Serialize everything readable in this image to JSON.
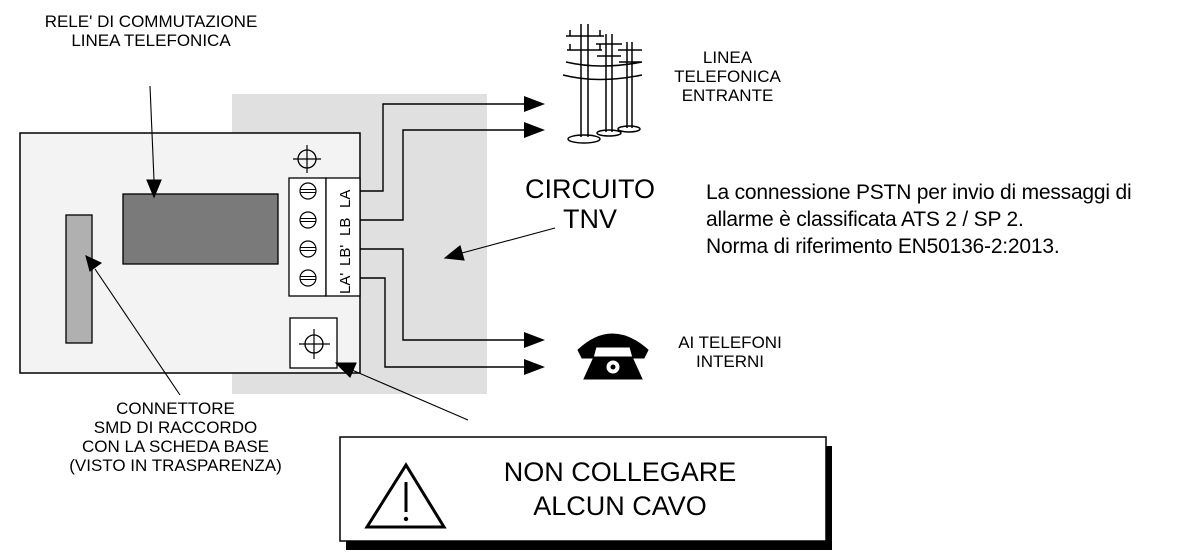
{
  "labels": {
    "relay": [
      "RELE' DI COMMUTAZIONE",
      "LINEA TELEFONICA"
    ],
    "incoming_line": [
      "LINEA",
      "TELEFONICA",
      "ENTRANTE"
    ],
    "circuit": [
      "CIRCUITO",
      "TNV"
    ],
    "internal_phones": [
      "AI TELEFONI",
      "INTERNI"
    ],
    "connector": [
      "CONNETTORE",
      "SMD DI RACCORDO",
      "CON LA SCHEDA BASE",
      "(VISTO IN TRASPARENZA)"
    ]
  },
  "terminals": [
    "LA",
    "LB",
    "LB'",
    "LA'"
  ],
  "note": [
    "La connessione PSTN per invio di messaggi di",
    "allarme è classificata ATS 2 / SP 2.",
    "Norma di riferimento EN50136-2:2013."
  ],
  "warning": {
    "lines": [
      "NON COLLEGARE",
      "ALCUN CAVO"
    ],
    "symbol": "warning-triangle-icon"
  },
  "colors": {
    "board": "#f3f3f3",
    "tnv_zone": "#e0e0e0",
    "relay": "#7a7a7a",
    "connector": "#b0b0b0",
    "line": "#000000"
  }
}
